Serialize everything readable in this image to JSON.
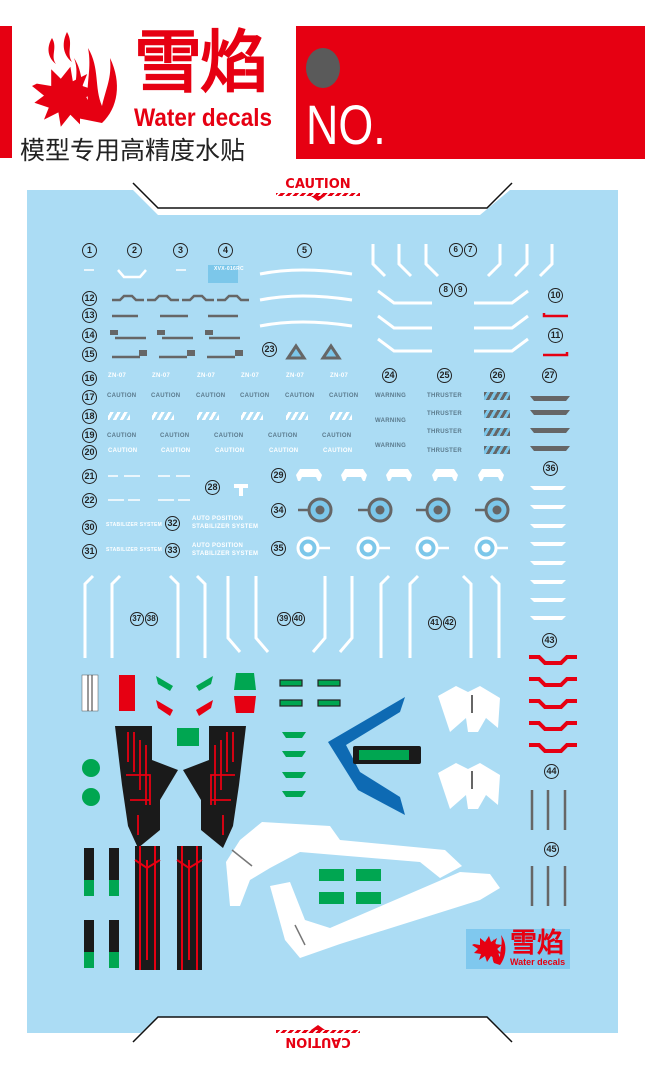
{
  "header": {
    "brand_cn": "雪焰",
    "brand_en": "Water decals",
    "subtitle_cn": "模型专用高精度水贴",
    "no_label": "NO.",
    "colors": {
      "brand_red": "#e60012",
      "sheet_blue": "#abdcf4",
      "dot_gray": "#5a5a5a"
    }
  },
  "sheet": {
    "caution_top": "CAUTION",
    "caution_bottom": "CAUTION",
    "numbers": [
      "1",
      "2",
      "3",
      "4",
      "5",
      "6",
      "7",
      "8",
      "9",
      "10",
      "11",
      "12",
      "13",
      "14",
      "15",
      "16",
      "17",
      "18",
      "19",
      "20",
      "21",
      "22",
      "23",
      "24",
      "25",
      "26",
      "27",
      "28",
      "29",
      "30",
      "31",
      "32",
      "33",
      "34",
      "35",
      "36",
      "37",
      "38",
      "39",
      "40",
      "41",
      "42",
      "43",
      "44",
      "45"
    ],
    "labels": {
      "n1": "①",
      "n2": "②",
      "n3": "③",
      "n4": "④",
      "n5": "⑤",
      "n67": "⑥⑦",
      "n89": "⑧⑨",
      "n10": "⑩",
      "n11": "⑪",
      "n12": "⑫",
      "n13": "⑬",
      "n14": "⑭",
      "n15": "⑮",
      "n16": "⑯",
      "n17": "⑰",
      "n18": "⑱",
      "n19": "⑲",
      "n20": "⑳",
      "n21": "㉑",
      "n22": "㉒",
      "n23": "㉓",
      "n24": "㉔",
      "n25": "㉕",
      "n26": "㉖",
      "n27": "㉗",
      "n28": "㉘",
      "n29": "㉙",
      "n30": "㉚",
      "n31": "㉛",
      "n32": "㉜",
      "n33": "㉝",
      "n34": "㉞",
      "n35": "㉟",
      "n36": "㊱",
      "n3738": "㊲㊳",
      "n3940": "㊴㊵",
      "n4142": "㊶㊷",
      "n43": "㊸",
      "n44": "㊹",
      "n45": "㊺"
    },
    "decal_text": {
      "row19": "CAUTION",
      "row20": "CAUTION",
      "row17": "CAUTION",
      "row16": "ZN-07",
      "warning": "WARNING",
      "thruster": "THRUSTER",
      "auto_position_1": "AUTO POSITION",
      "auto_position_2": "STABILIZER SYSTEM",
      "decal4": "XVX-016RC"
    },
    "mini_logo": {
      "cn": "雪焰",
      "en": "Water decals"
    }
  }
}
